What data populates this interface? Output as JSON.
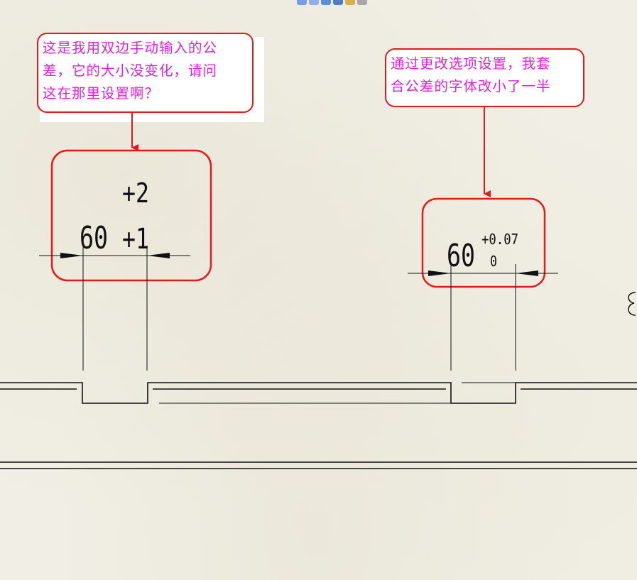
{
  "callouts": {
    "left": {
      "lines": [
        "这是我用双边手动输入的公",
        "差，它的大小没变化，请问",
        "这在那里设置啊？"
      ]
    },
    "right": {
      "lines": [
        "通过更改选项设置，我套",
        "合公差的字体改小了一半"
      ]
    }
  },
  "dimensions": {
    "left": {
      "nominal": "60",
      "upper_tol": "+2",
      "lower_tol": "+1"
    },
    "right": {
      "nominal": "60",
      "upper_tol": "+0.07",
      "lower_tol": "0"
    }
  },
  "colors": {
    "callout_border": "#e81818",
    "callout_text": "#e020d8",
    "arrow": "#e81818",
    "drawing_line": "#111111"
  },
  "icons": [
    "toolbar-icon-1",
    "toolbar-icon-2",
    "toolbar-icon-3",
    "toolbar-icon-4",
    "toolbar-icon-5",
    "toolbar-icon-6"
  ]
}
